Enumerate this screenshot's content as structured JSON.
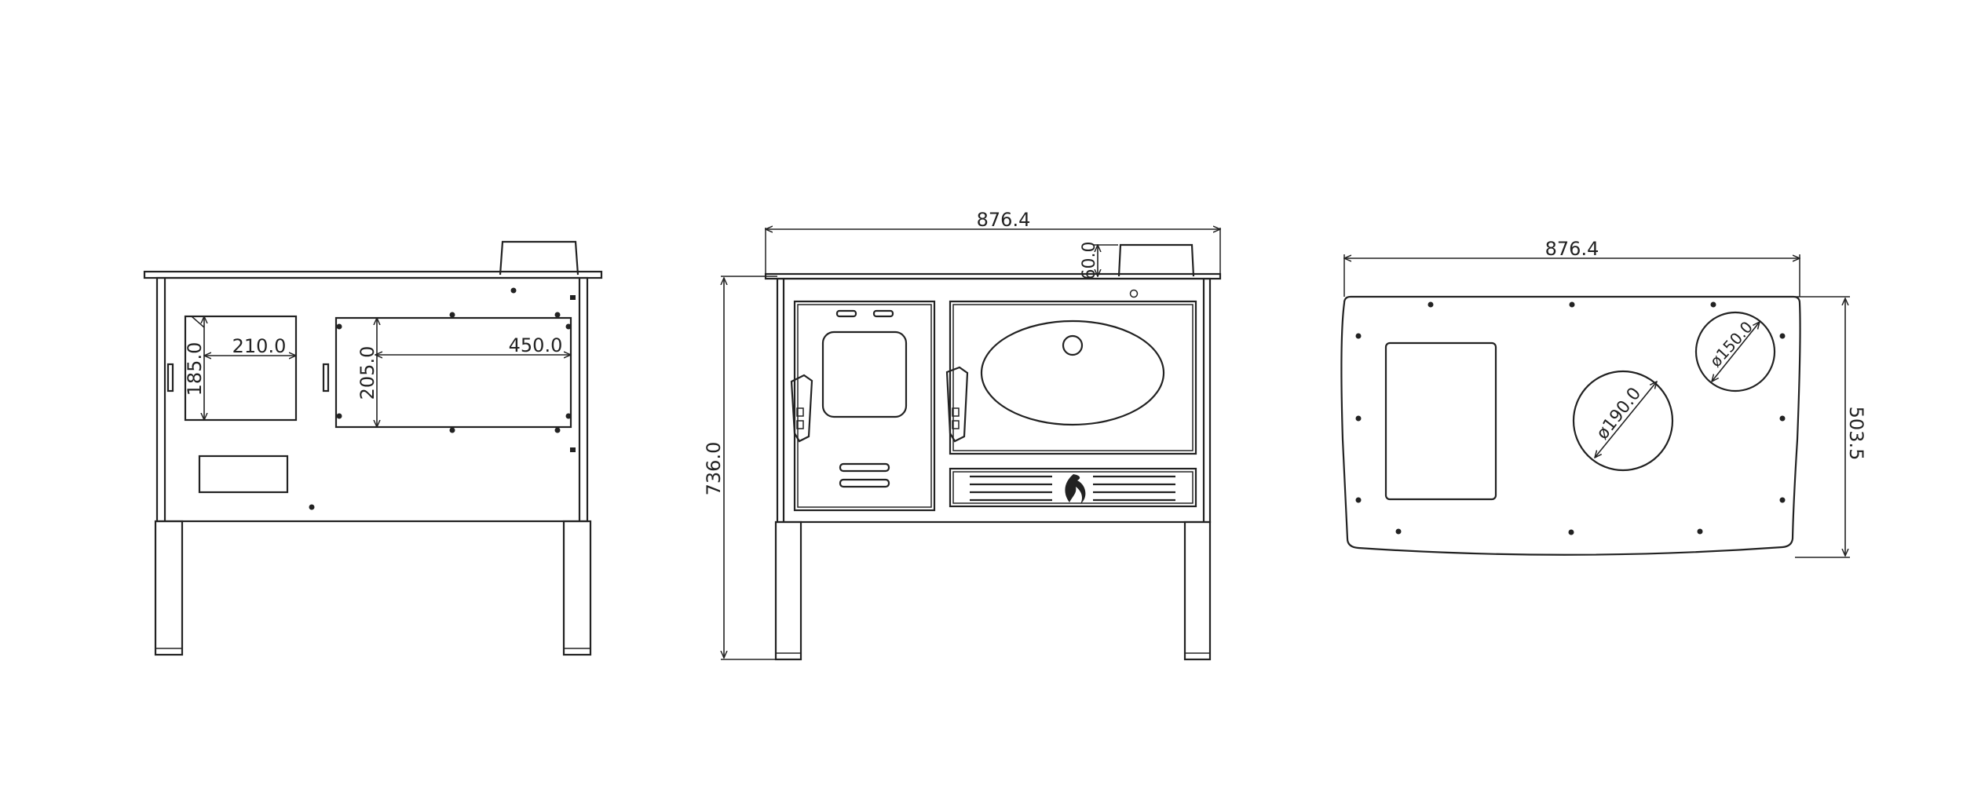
{
  "side_view": {
    "dim_small_door_width": "210.0",
    "dim_small_door_height": "185.0",
    "dim_large_door_width": "450.0",
    "dim_large_door_height": "205.0"
  },
  "front_view": {
    "dim_total_width": "876.4",
    "dim_chimney_height": "60.0",
    "dim_total_height": "736.0"
  },
  "top_view": {
    "dim_total_width": "876.4",
    "dim_depth": "503.5",
    "dim_large_hob": "ø190.0",
    "dim_small_hob": "ø150.0"
  },
  "colors": {
    "line": "#222222",
    "background": "#ffffff"
  }
}
